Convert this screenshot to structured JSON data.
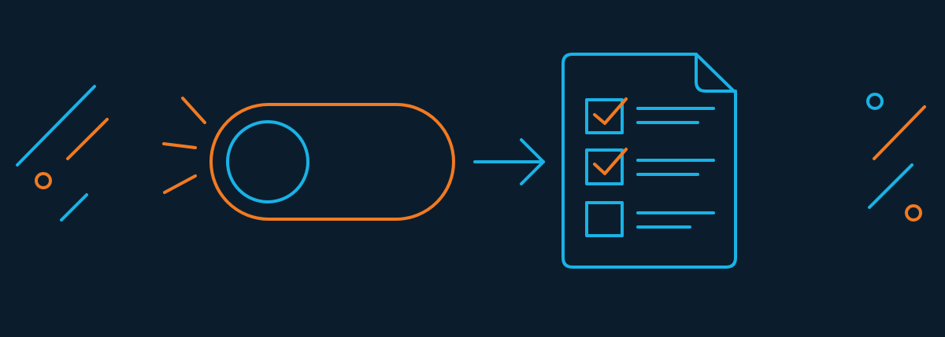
{
  "colors": {
    "background": "#0b1d2d",
    "accent_blue": "#19b2e6",
    "accent_orange": "#f27a21"
  },
  "illustration": {
    "toggle": {
      "state": "off",
      "icon": "toggle-switch-icon"
    },
    "arrow": {
      "icon": "arrow-right-icon"
    },
    "checklist": {
      "icon": "document-checklist-icon",
      "items": [
        {
          "checked": true
        },
        {
          "checked": true
        },
        {
          "checked": false
        }
      ]
    },
    "decorations": [
      "diagonal-lines-left",
      "diagonal-lines-right",
      "burst-lines"
    ]
  }
}
